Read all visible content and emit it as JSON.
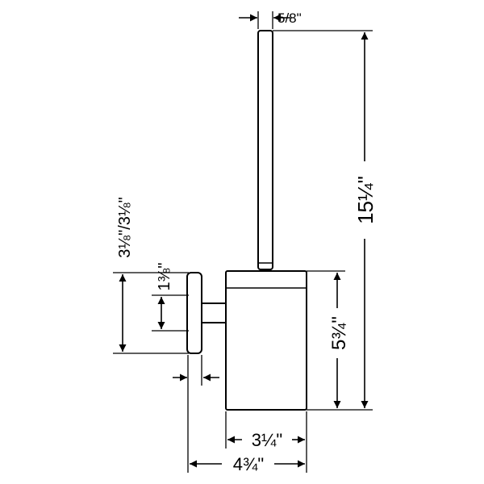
{
  "drawing": {
    "line_color": "#000000",
    "background": "#ffffff"
  },
  "dimensions": {
    "handle_width": "5/8\"",
    "overall_height": "15¼\"",
    "holder_height": "5¾\"",
    "holder_width": "3¼\"",
    "overall_depth": "4¾\"",
    "mount_height": "3⅛\"/3⅛\"",
    "screw_spacing": "1⅜\""
  }
}
